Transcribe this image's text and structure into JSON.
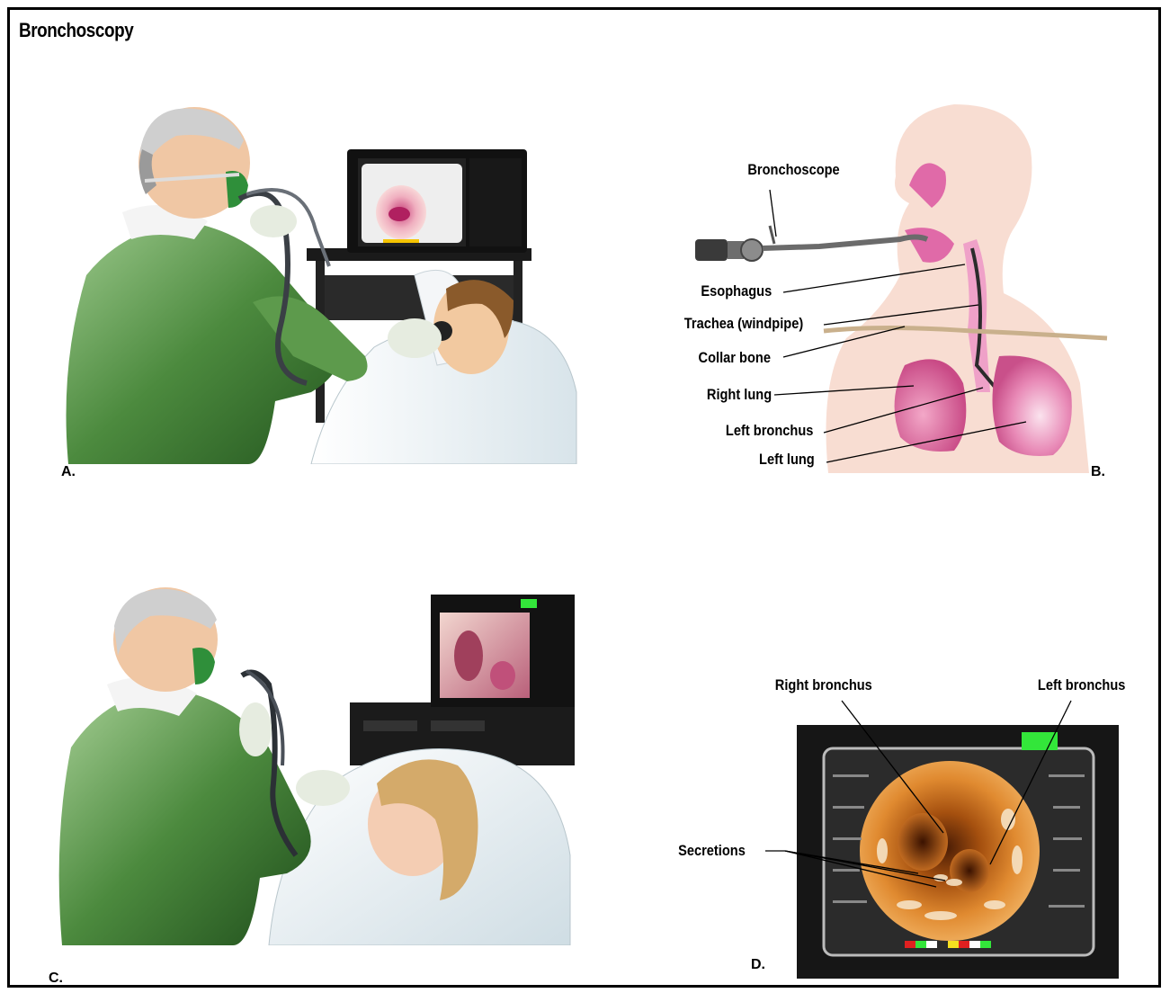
{
  "title": "Bronchoscopy",
  "panels": {
    "a": {
      "letter": "A."
    },
    "b": {
      "letter": "B.",
      "labels": {
        "bronchoscope": "Bronchoscope",
        "esophagus": "Esophagus",
        "trachea": "Trachea (windpipe)",
        "collar_bone": "Collar bone",
        "right_lung": "Right lung",
        "left_bronchus": "Left bronchus",
        "left_lung": "Left lung"
      }
    },
    "c": {
      "letter": "C."
    },
    "d": {
      "letter": "D.",
      "labels": {
        "right_bronchus": "Right bronchus",
        "left_bronchus": "Left bronchus",
        "secretions": "Secretions"
      }
    }
  },
  "colors": {
    "gown_green": "#3f7a35",
    "skin": "#f5dccb",
    "lung_pink": "#e07aa8",
    "monitor": "#1c1c1c",
    "bronchus_orange": "#c8661a",
    "screen_green": "#33e63a"
  }
}
